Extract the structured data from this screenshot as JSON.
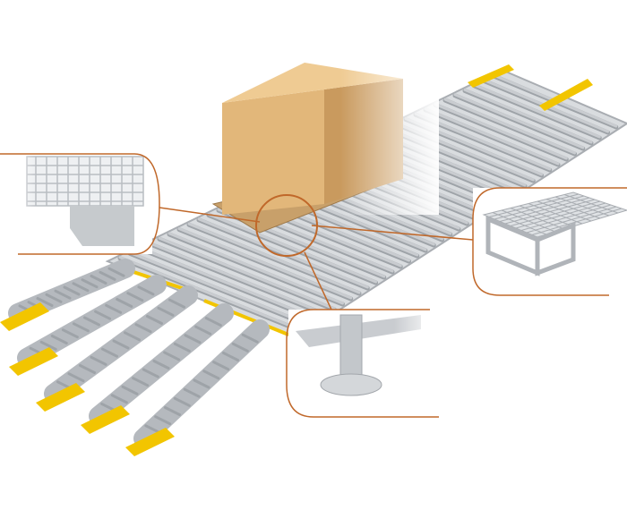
{
  "colors": {
    "background": "#ffffff",
    "roller": "#c9ccd0",
    "roller_dark": "#9ea3a8",
    "frame": "#b5b9be",
    "accent_yellow": "#f2c500",
    "box_front": "#e2b77a",
    "box_side": "#c99a5e",
    "box_top": "#efcb93",
    "pallet": "#c8a06a",
    "callout_line": "#c0682a"
  },
  "callouts": [
    "mesh-cage-detail",
    "pallet-detail",
    "grid-platform-detail",
    "support-leg-detail"
  ]
}
